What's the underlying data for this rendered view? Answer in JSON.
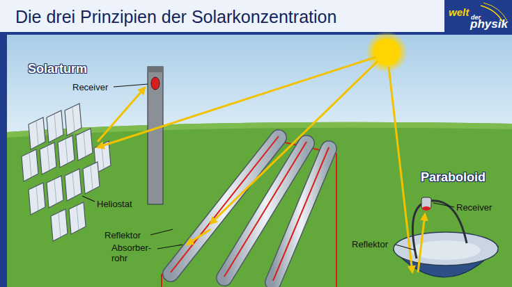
{
  "diagram": {
    "title": "Die drei Prinzipien der Solarkonzentration",
    "labels": [
      "welt",
      "der",
      "physik",
      "Solarturm",
      "Receiver",
      "Heliostat",
      "Reflektor",
      "Absorber- rohr",
      "Paraboloid",
      "Receiver",
      "Reflektor"
    ]
  }
}
